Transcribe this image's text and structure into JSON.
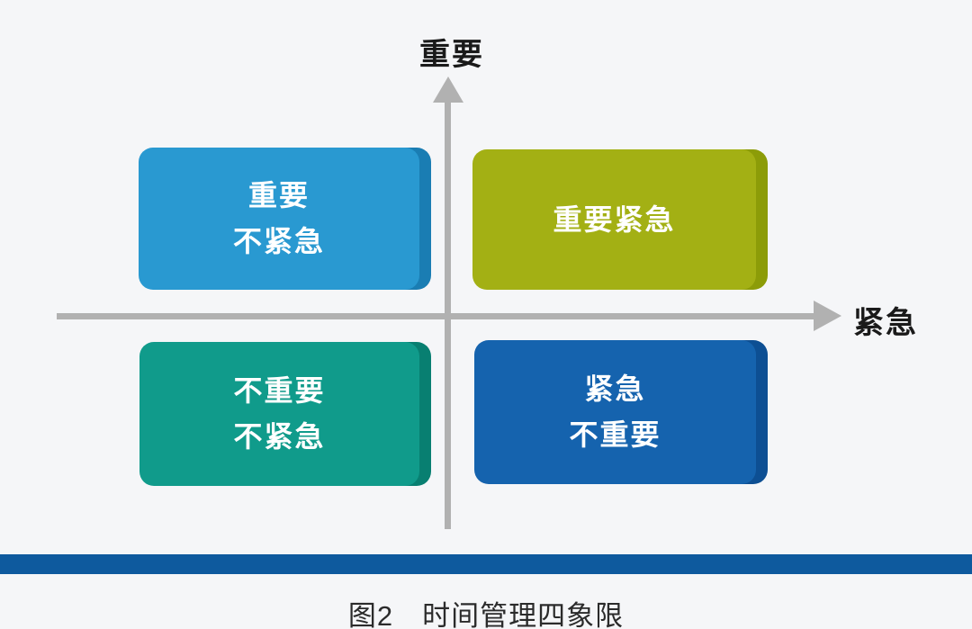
{
  "diagram": {
    "y_axis_label": "重要",
    "x_axis_label": "紧急",
    "axis_color": "#b1b1b1",
    "quadrants": [
      {
        "name": "important-not-urgent",
        "lines": [
          "重要",
          "不紧急"
        ],
        "fill": "#2999d1",
        "edge": "#1a7db3"
      },
      {
        "name": "important-urgent",
        "lines": [
          "重要紧急"
        ],
        "fill": "#a3b014",
        "edge": "#8c9c08"
      },
      {
        "name": "not-important-not-urgent",
        "lines": [
          "不重要",
          "不紧急"
        ],
        "fill": "#109b8b",
        "edge": "#087f71"
      },
      {
        "name": "urgent-not-important",
        "lines": [
          "紧急",
          "不重要"
        ],
        "fill": "#1563ae",
        "edge": "#0d4f93"
      }
    ],
    "footer": {
      "bar_color": "#0e5a9e",
      "caption": "图2　时间管理四象限"
    }
  }
}
